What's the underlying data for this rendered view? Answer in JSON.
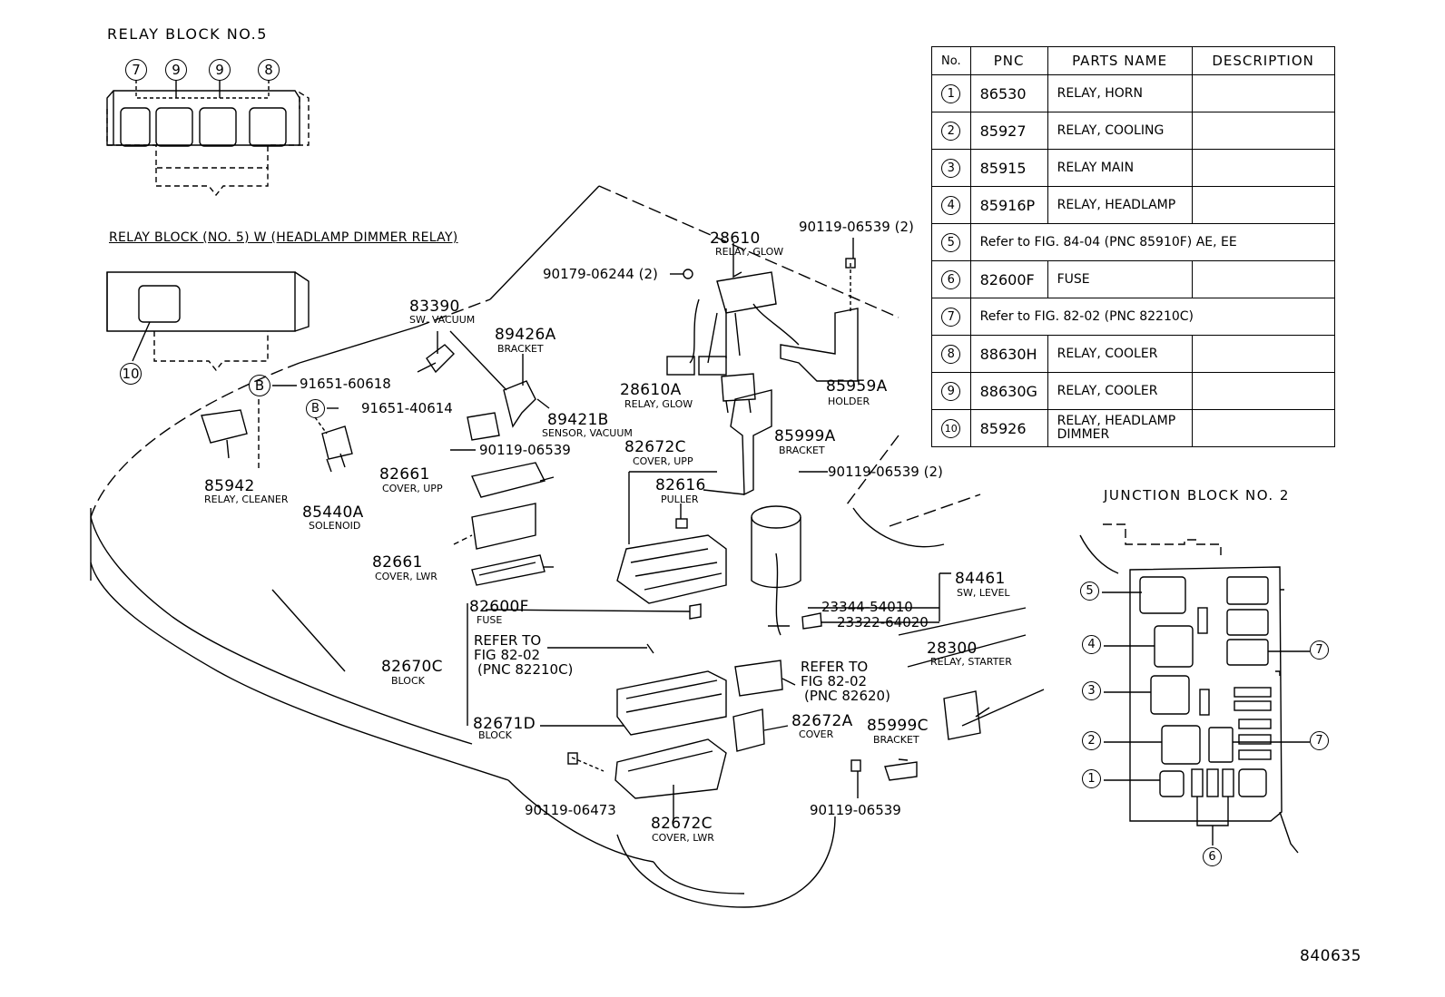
{
  "relay_block_5": {
    "title": "RELAY BLOCK NO.5",
    "slots": [
      "7",
      "9",
      "9",
      "8"
    ]
  },
  "relay_block_5w": {
    "title": "RELAY BLOCK (NO. 5) W (HEADLAMP DIMMER RELAY)",
    "slot": "10"
  },
  "junction_block_2": {
    "title": "JUNCTION BLOCK NO. 2",
    "callouts": [
      "5",
      "4",
      "3",
      "2",
      "1",
      "7",
      "7",
      "6"
    ]
  },
  "parts_table": {
    "headers": [
      "No.",
      "PNC",
      "PARTS NAME",
      "DESCRIPTION"
    ],
    "rows": [
      {
        "no": "1",
        "pnc": "86530",
        "name": "RELAY, HORN",
        "desc": ""
      },
      {
        "no": "2",
        "pnc": "85927",
        "name": "RELAY, COOLING",
        "desc": ""
      },
      {
        "no": "3",
        "pnc": "85915",
        "name": "RELAY MAIN",
        "desc": ""
      },
      {
        "no": "4",
        "pnc": "85916P",
        "name": "RELAY, HEADLAMP",
        "desc": ""
      },
      {
        "no": "5",
        "ref": "Refer to FIG. 84-04 (PNC 85910F) AE, EE"
      },
      {
        "no": "6",
        "pnc": "82600F",
        "name": "FUSE",
        "desc": ""
      },
      {
        "no": "7",
        "ref": "Refer to FIG. 82-02 (PNC 82210C)"
      },
      {
        "no": "8",
        "pnc": "88630H",
        "name": "RELAY, COOLER",
        "desc": ""
      },
      {
        "no": "9",
        "pnc": "88630G",
        "name": "RELAY, COOLER",
        "desc": ""
      },
      {
        "no": "10",
        "pnc": "85926",
        "name1": "RELAY, HEADLAMP",
        "name2": "DIMMER",
        "desc": ""
      }
    ]
  },
  "labels": {
    "p28610": "28610",
    "p28610_d": "RELAY, GLOW",
    "p90119_06539_2a": "90119-06539 (2)",
    "p90179_06244": "90179-06244 (2)",
    "p83390": "83390",
    "p83390_d": "SW, VACUUM",
    "p89426a": "89426A",
    "p89426a_d": "BRACKET",
    "b_mark": "B",
    "p91651_60618": "91651-60618",
    "p91651_40614": "91651-40614",
    "p89421b": "89421B",
    "p89421b_d": "SENSOR, VACUUM",
    "p28610a": "28610A",
    "p28610a_d": "RELAY, GLOW",
    "p85959a": "85959A",
    "p85959a_d": "HOLDER",
    "p85942": "85942",
    "p85942_d": "RELAY, CLEANER",
    "p85440a": "85440A",
    "p85440a_d": "SOLENOID",
    "p90119_06539_a": "90119-06539",
    "p82672c_u": "82672C",
    "p82672c_u_d": "COVER, UPP",
    "p85999a": "85999A",
    "p85999a_d": "BRACKET",
    "p82661_u": "82661",
    "p82661_u_d": "COVER, UPP",
    "p82616": "82616",
    "p82616_d": "PULLER",
    "p90119_06539_2b": "90119-06539 (2)",
    "p82661_l": "82661",
    "p82661_l_d": "COVER, LWR",
    "p84461": "84461",
    "p84461_d": "SW, LEVEL",
    "p82600f": "82600F",
    "p82600f_d": "FUSE",
    "p23344": "23344-54010",
    "p23322": "23322-64020",
    "refer1_a": "REFER TO",
    "refer1_b": "FIG 82-02",
    "refer1_c": "(PNC 82210C)",
    "p82670c": "82670C",
    "p82670c_d": "BLOCK",
    "p28300": "28300",
    "p28300_d": "RELAY, STARTER",
    "refer2_a": "REFER TO",
    "refer2_b": "FIG 82-02",
    "refer2_c": "(PNC 82620)",
    "p82671d": "82671D",
    "p82671d_d": "BLOCK",
    "p82672a": "82672A",
    "p82672a_d": "COVER",
    "p85999c": "85999C",
    "p85999c_d": "BRACKET",
    "p90119_06473": "90119-06473",
    "p82672c_l": "82672C",
    "p82672c_l_d": "COVER, LWR",
    "p90119_06539_b": "90119-06539",
    "fig_no": "840635"
  }
}
